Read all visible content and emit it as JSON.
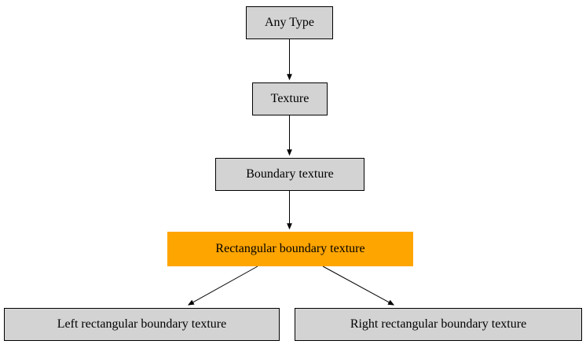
{
  "diagram": {
    "background": "#ffffff",
    "node_fill": "#d3d3d3",
    "node_border": "#000000",
    "highlight_fill": "#ffa500",
    "arrow_color": "#000000",
    "nodes": {
      "any_type": {
        "label": "Any Type"
      },
      "texture": {
        "label": "Texture"
      },
      "boundary_texture": {
        "label": "Boundary texture"
      },
      "rectangular_boundary_texture": {
        "label": "Rectangular boundary texture",
        "highlighted": true
      },
      "left_rectangular_boundary_texture": {
        "label": "Left rectangular boundary texture"
      },
      "right_rectangular_boundary_texture": {
        "label": "Right rectangular boundary texture"
      }
    },
    "edges": [
      {
        "from": "any_type",
        "to": "texture"
      },
      {
        "from": "texture",
        "to": "boundary_texture"
      },
      {
        "from": "boundary_texture",
        "to": "rectangular_boundary_texture"
      },
      {
        "from": "rectangular_boundary_texture",
        "to": "left_rectangular_boundary_texture"
      },
      {
        "from": "rectangular_boundary_texture",
        "to": "right_rectangular_boundary_texture"
      }
    ]
  }
}
